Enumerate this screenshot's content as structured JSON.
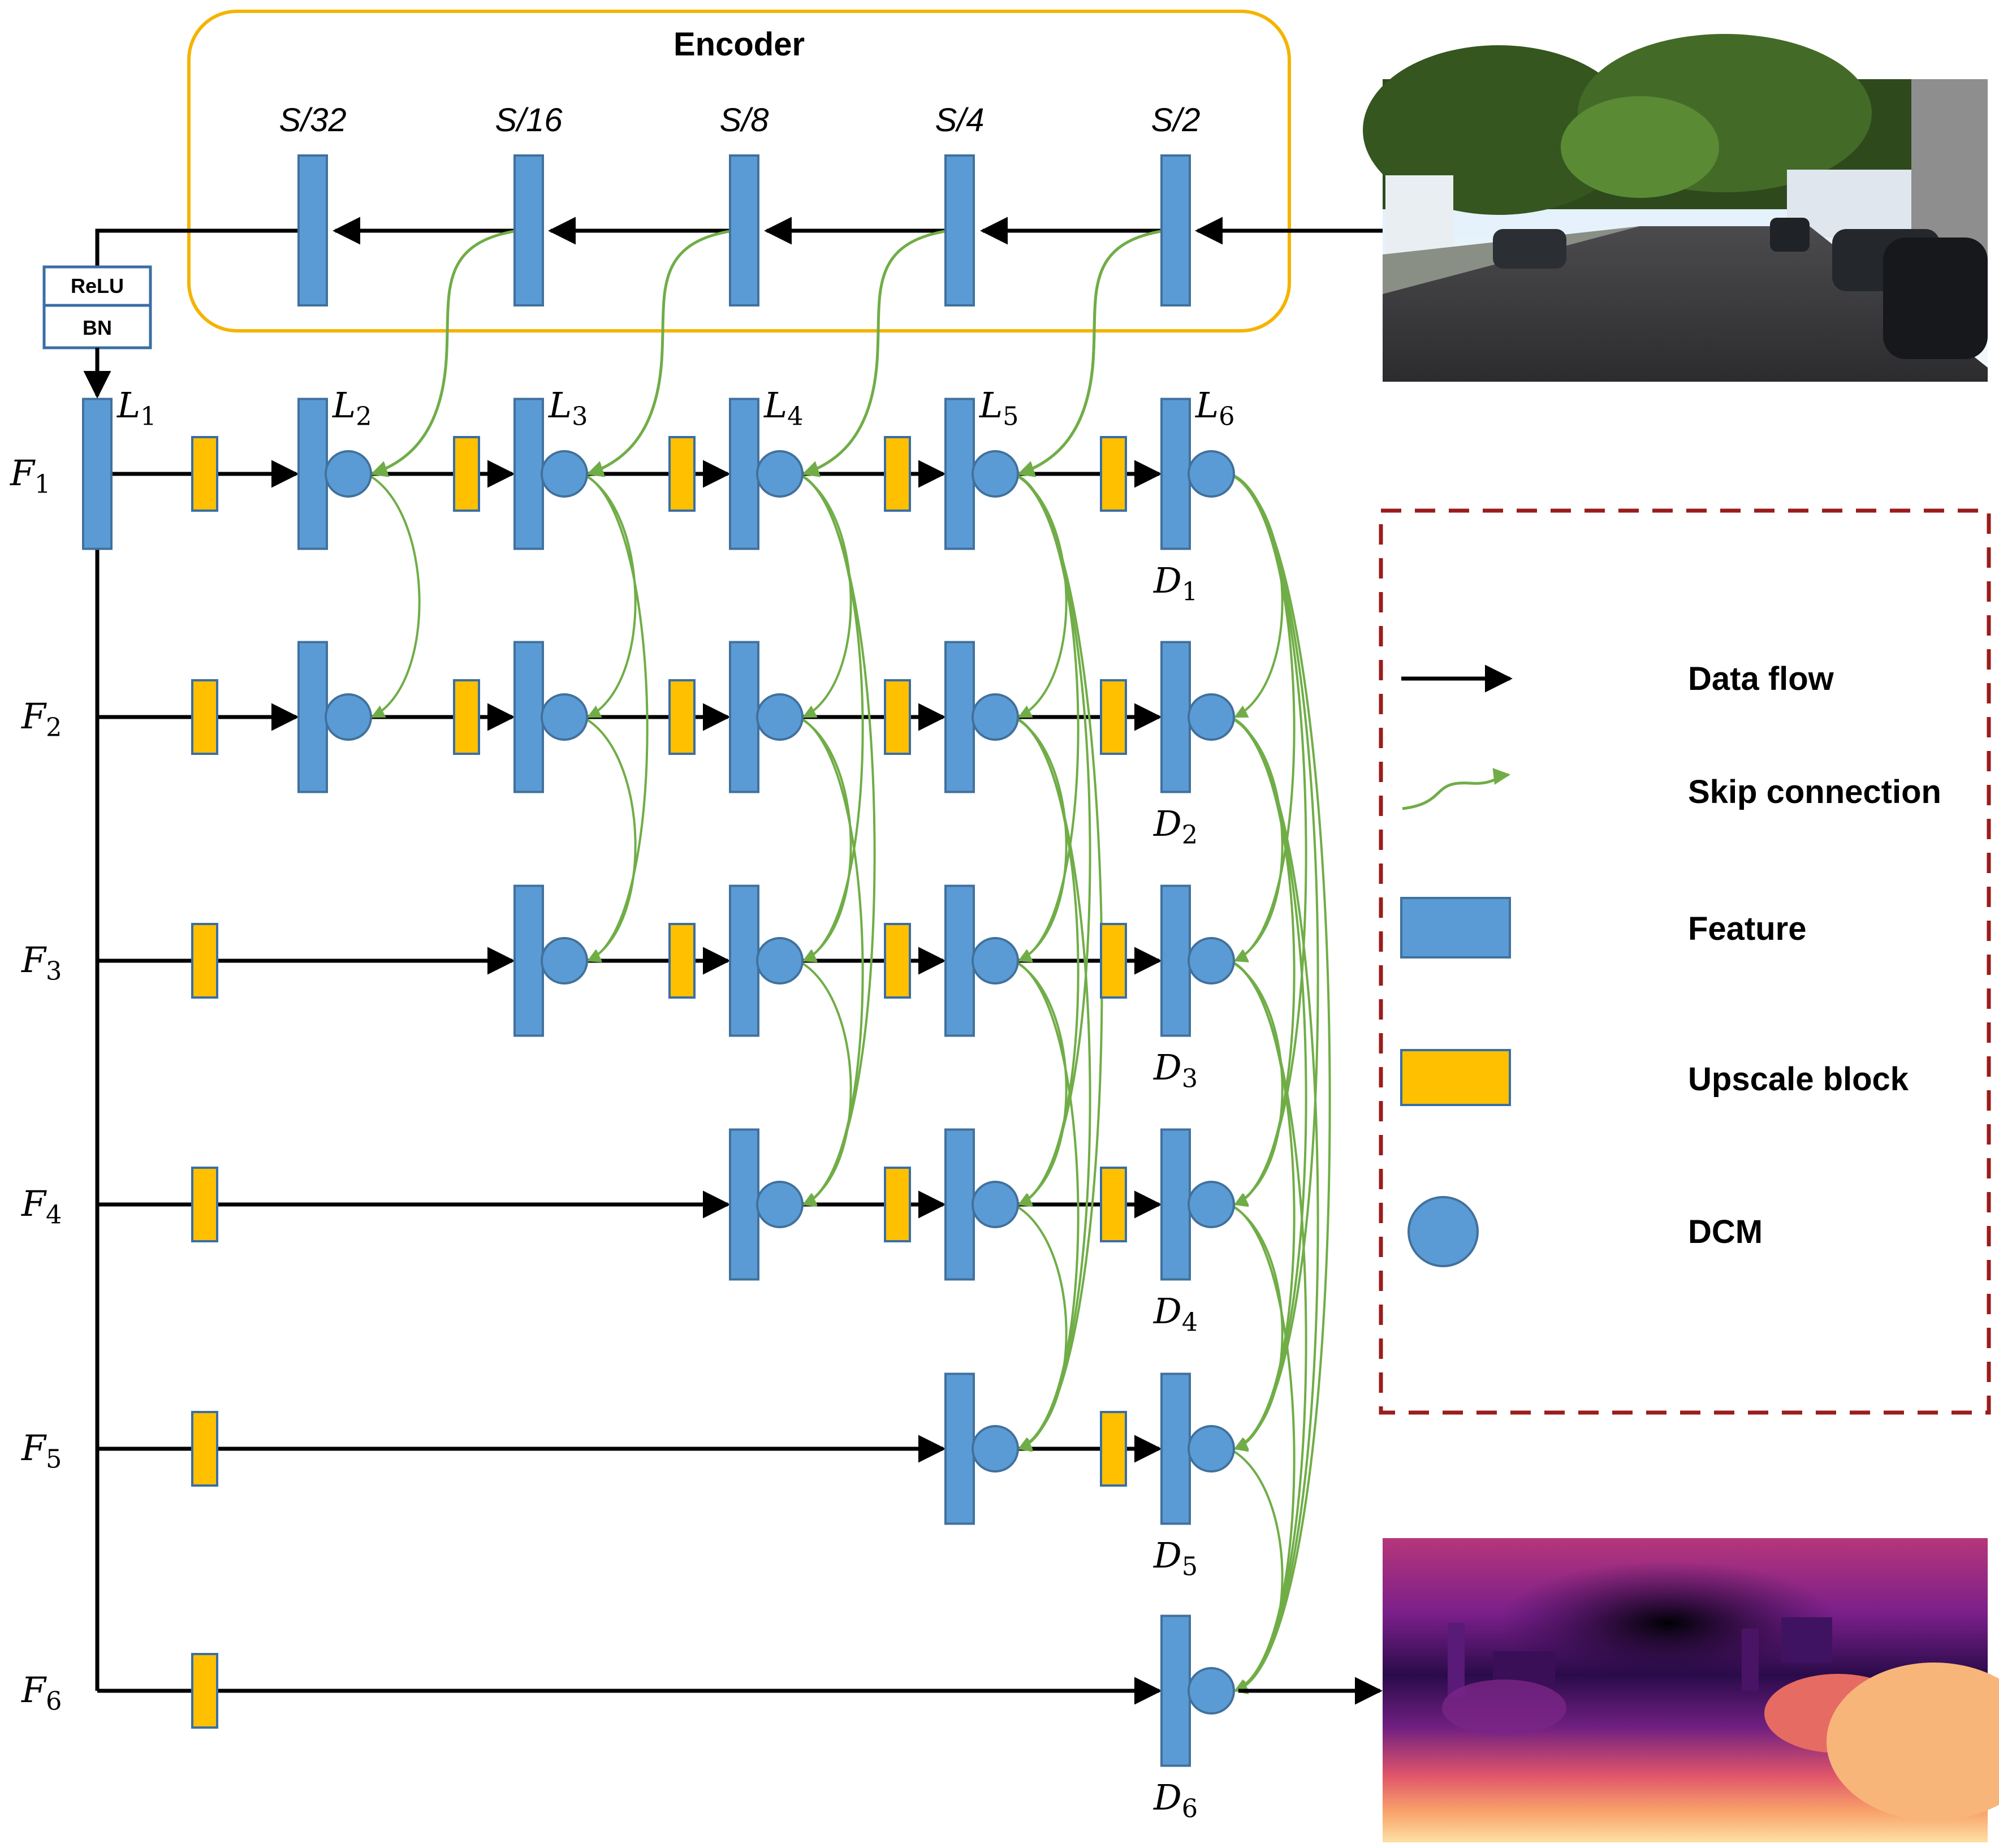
{
  "encoder": {
    "title": "Encoder",
    "scales": [
      "S/32",
      "S/16",
      "S/8",
      "S/4",
      "S/2"
    ]
  },
  "activation": {
    "relu": "ReLU",
    "bn": "BN"
  },
  "level_labels": [
    {
      "base": "L",
      "sub": "1"
    },
    {
      "base": "L",
      "sub": "2"
    },
    {
      "base": "L",
      "sub": "3"
    },
    {
      "base": "L",
      "sub": "4"
    },
    {
      "base": "L",
      "sub": "5"
    },
    {
      "base": "L",
      "sub": "6"
    }
  ],
  "row_labels": [
    {
      "base": "F",
      "sub": "1"
    },
    {
      "base": "F",
      "sub": "2"
    },
    {
      "base": "F",
      "sub": "3"
    },
    {
      "base": "F",
      "sub": "4"
    },
    {
      "base": "F",
      "sub": "5"
    },
    {
      "base": "F",
      "sub": "6"
    }
  ],
  "output_labels": [
    {
      "base": "D",
      "sub": "1"
    },
    {
      "base": "D",
      "sub": "2"
    },
    {
      "base": "D",
      "sub": "3"
    },
    {
      "base": "D",
      "sub": "4"
    },
    {
      "base": "D",
      "sub": "5"
    },
    {
      "base": "D",
      "sub": "6"
    }
  ],
  "legend": {
    "items": [
      {
        "label": "Data flow",
        "icon": "arrow-icon"
      },
      {
        "label": "Skip connection",
        "icon": "curved-arrow-icon"
      },
      {
        "label": "Feature",
        "icon": "blue-rectangle"
      },
      {
        "label": "Upscale block",
        "icon": "yellow-rectangle"
      },
      {
        "label": "DCM",
        "icon": "blue-circle"
      }
    ]
  },
  "images": {
    "input": "street-scene-photo",
    "output": "depth-map-magma"
  },
  "colors": {
    "feature": "#5b9bd5",
    "feature_stroke": "#41719c",
    "upscale": "#ffc000",
    "upscale_stroke": "#3a6ea5",
    "skip": "#70ad47",
    "encoder_border": "#f4b400",
    "legend_border": "#9b1c1c",
    "arrow": "#000000"
  }
}
